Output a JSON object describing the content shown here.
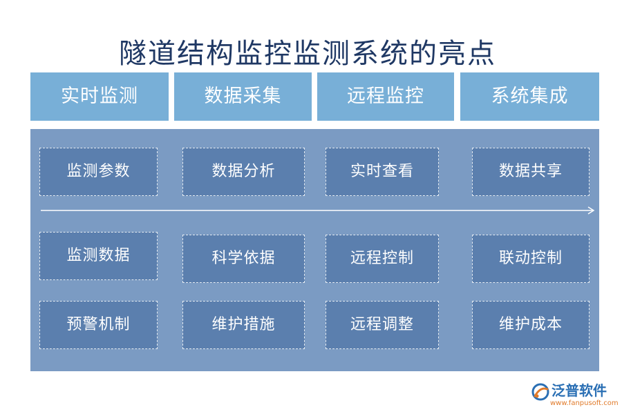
{
  "title": "隧道结构监控监测系统的亮点",
  "headers": [
    "实时监测",
    "数据采集",
    "远程监控",
    "系统集成"
  ],
  "rows": [
    [
      "监测参数",
      "数据分析",
      "实时查看",
      "数据共享"
    ],
    [
      "监测数据",
      "科学依据",
      "远程控制",
      "联动控制"
    ],
    [
      "预警机制",
      "维护措施",
      "远程调整",
      "维护成本"
    ]
  ],
  "logo": {
    "name": "泛普软件",
    "url": "www.fanpusoft.com"
  },
  "colors": {
    "title": "#1f3864",
    "header_bg": "#78afd7",
    "panel_bg": "#7b9bc3",
    "box_bg": "#5b7fae",
    "text_light": "#ffffff",
    "logo_blue": "#2a6fb4",
    "logo_orange": "#e07a2a"
  }
}
